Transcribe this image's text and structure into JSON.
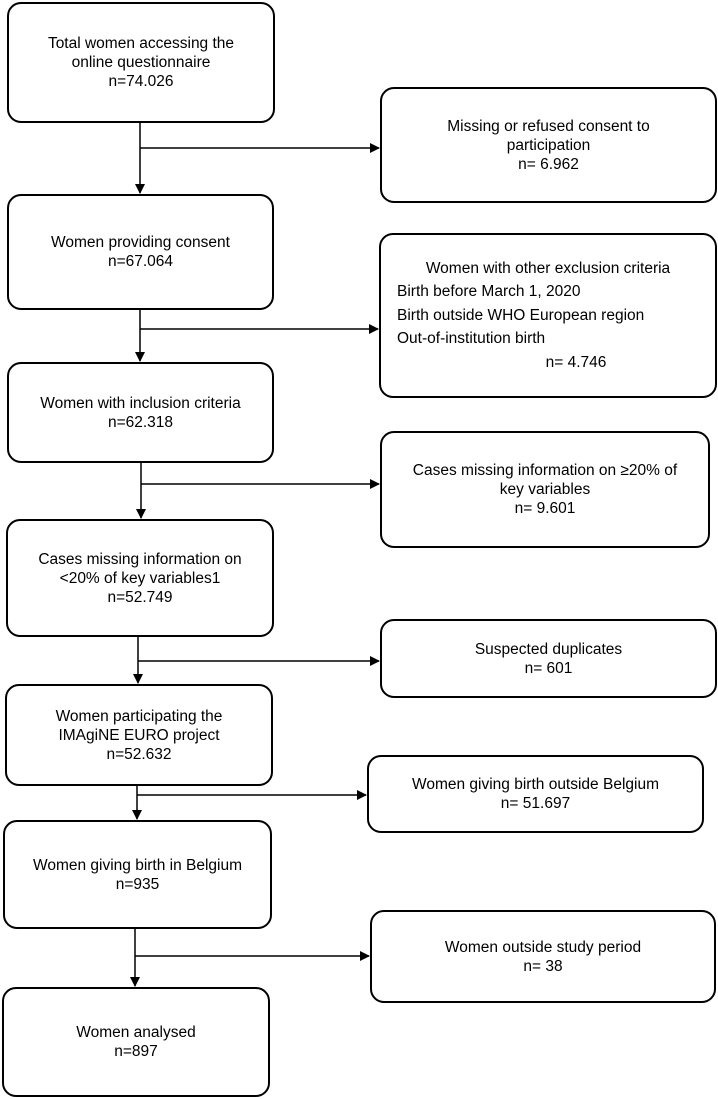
{
  "main": [
    {
      "lines": [
        "Total women accessing the",
        "online questionnaire",
        "n=74.026"
      ]
    },
    {
      "lines": [
        "Women providing consent",
        "n=67.064"
      ]
    },
    {
      "lines": [
        "Women with inclusion criteria",
        "n=62.318"
      ]
    },
    {
      "lines": [
        "Cases missing information on",
        "<20% of key variables1",
        "n=52.749"
      ]
    },
    {
      "lines": [
        "Women participating the",
        "IMAgiNE EURO project",
        "n=52.632"
      ]
    },
    {
      "lines": [
        "Women giving birth in Belgium",
        "n=935"
      ]
    },
    {
      "lines": [
        "Women analysed",
        "n=897"
      ]
    }
  ],
  "exclusions": [
    {
      "lines": [
        "Missing or refused consent to",
        "participation",
        "n= 6.962"
      ]
    },
    {
      "header": "Women with other exclusion criteria",
      "items": [
        "Birth before March 1, 2020",
        "Birth outside WHO European region",
        "Out-of-institution birth"
      ],
      "count": "n= 4.746"
    },
    {
      "lines": [
        "Cases missing information on ≥20% of",
        "key variables",
        "n= 9.601"
      ]
    },
    {
      "lines": [
        "Suspected duplicates",
        "n= 601"
      ]
    },
    {
      "lines": [
        "Women giving birth outside Belgium",
        "n= 51.697"
      ]
    },
    {
      "lines": [
        "Women outside study period",
        "n= 38"
      ]
    }
  ]
}
